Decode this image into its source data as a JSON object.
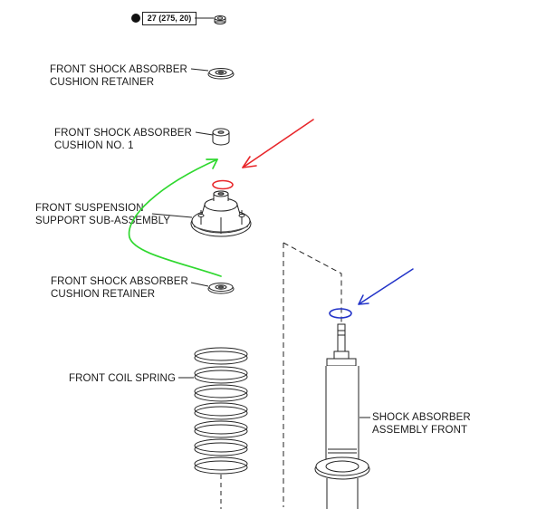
{
  "torque_spec": "27 (275, 20)",
  "labels": {
    "cushion_retainer_upper_line1": "FRONT SHOCK ABSORBER",
    "cushion_retainer_upper_line2": "CUSHION RETAINER",
    "cushion_no1_line1": "FRONT SHOCK ABSORBER",
    "cushion_no1_line2": "CUSHION NO. 1",
    "support_line1": "FRONT SUSPENSION",
    "support_line2": "SUPPORT SUB-ASSEMBLY",
    "cushion_retainer_lower_line1": "FRONT SHOCK ABSORBER",
    "cushion_retainer_lower_line2": "CUSHION RETAINER",
    "coil_spring": "FRONT COIL SPRING",
    "shock_line1": "SHOCK ABSORBER",
    "shock_line2": "ASSEMBLY FRONT"
  },
  "annotation_colors": {
    "red": "#e8262a",
    "green": "#2fd82f",
    "blue": "#2233c8"
  }
}
